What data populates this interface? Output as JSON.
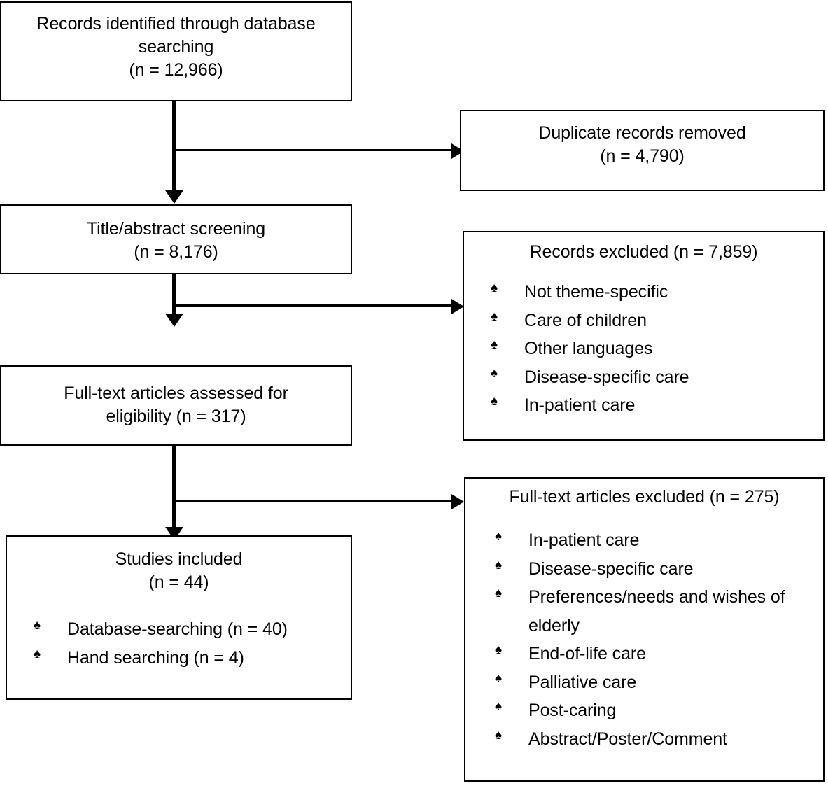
{
  "diagram": {
    "type": "prisma-flow-diagram",
    "bullet_glyph": "spade-bullet-icon",
    "bullet_char": "♠",
    "line_color": "#000000",
    "box_border_color": "#000000",
    "background_color": "#ffffff"
  },
  "boxes": {
    "identified": {
      "line1": "Records identified through database",
      "line2": "searching",
      "line3": "(n = 12,966)"
    },
    "duplicates": {
      "line1": "Duplicate records removed",
      "line2": "(n = 4,790)"
    },
    "screening": {
      "line1": "Title/abstract screening",
      "line2": "(n = 8,176)"
    },
    "records_excluded": {
      "title": "Records excluded (n = 7,859)",
      "items": [
        "Not theme-specific",
        "Care of children",
        "Other languages",
        "Disease-specific care",
        "In-patient care"
      ]
    },
    "fulltext_assessed": {
      "line1": "Full-text articles assessed for",
      "line2": "eligibility (n = 317)"
    },
    "fulltext_excluded": {
      "title": "Full-text articles excluded (n = 275)",
      "items": [
        "In-patient care",
        "Disease-specific care",
        "Preferences/needs and wishes of elderly",
        "End-of-life care",
        "Palliative care",
        "Post-caring",
        "Abstract/Poster/Comment"
      ]
    },
    "included": {
      "line1": "Studies included",
      "line2": "(n = 44)",
      "items": [
        "Database-searching (n = 40)",
        "Hand searching (n = 4)"
      ]
    }
  }
}
